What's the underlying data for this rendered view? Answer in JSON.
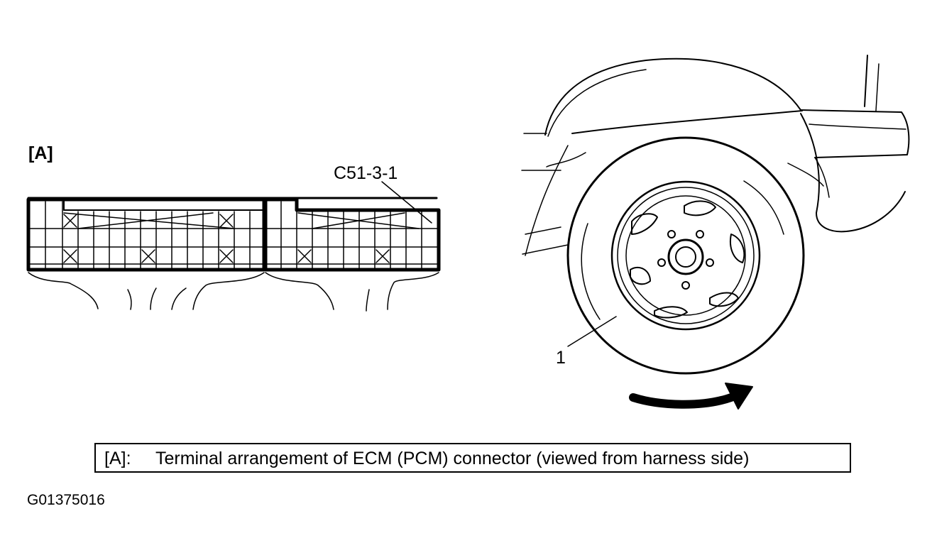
{
  "diagram": {
    "section_label": "[A]",
    "connector_callout": "C51-3-1",
    "wheel_callout": "1",
    "legend": {
      "key": "[A]:",
      "text": "Terminal arrangement of ECM (PCM) connector (viewed from harness side)"
    },
    "figure_id": "G01375016"
  }
}
